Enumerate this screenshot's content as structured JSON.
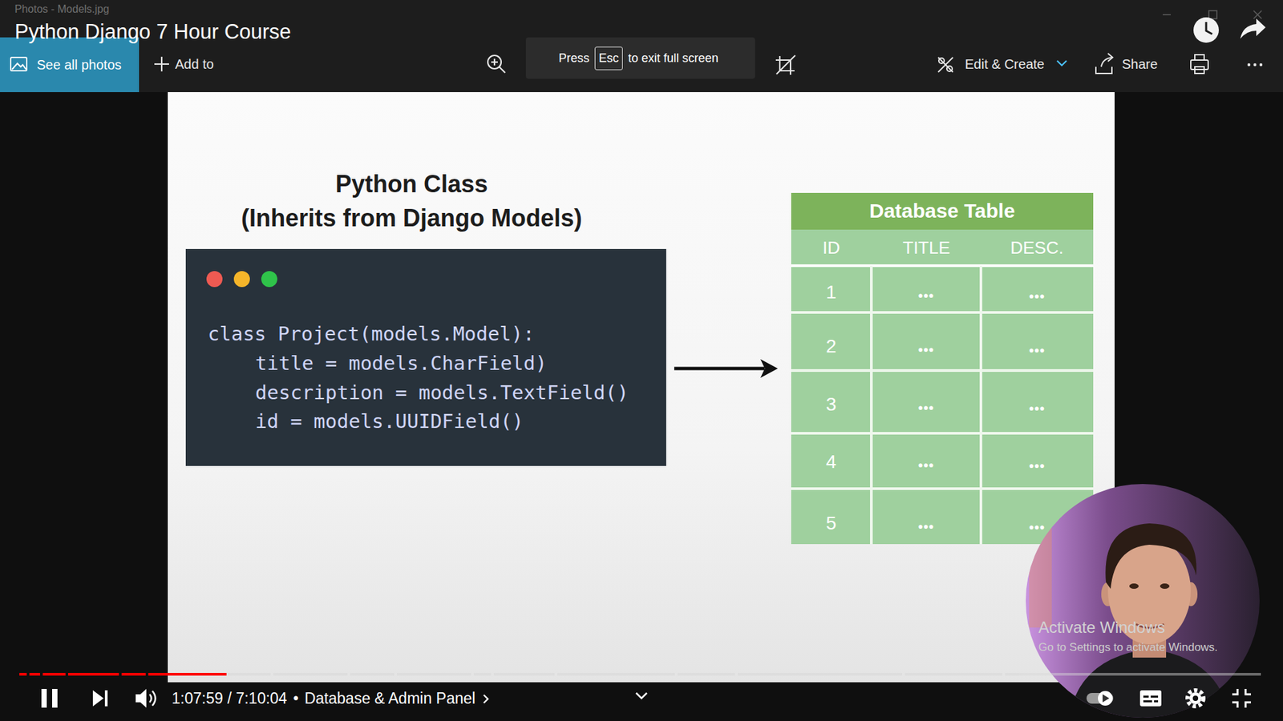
{
  "diagram": {
    "nodes": [
      {
        "text": [
          "Python Class",
          "(Inherits from Django Models)",
          "class Project(models.Model):",
          "title = models.CharField)",
          "description = models.TextField()",
          "id = models.UUIDField()"
        ]
      },
      {
        "text": [
          "Database Table"
        ]
      }
    ],
    "edges": [
      {
        "from": 0,
        "to": 1,
        "arrow": "to"
      }
    ],
    "labels": [
      "Photos - Models.jpg",
      "Python Django 7 Hour Course",
      "See all photos",
      "Add to",
      "Press",
      "Esc",
      "to exit full screen",
      "Edit & Create",
      "Share",
      "ID",
      "TITLE",
      "DESC.",
      "1",
      "2",
      "3",
      "4",
      "5",
      "•••",
      "•••",
      "•••",
      "•••",
      "•••",
      "•••",
      "•••",
      "•••",
      "•••",
      "•••",
      "Activate Windows",
      "Go to Settings to activate Windows.",
      "1:07:59 / 7:10:04",
      "•",
      "Database & Admin Panel"
    ]
  }
}
